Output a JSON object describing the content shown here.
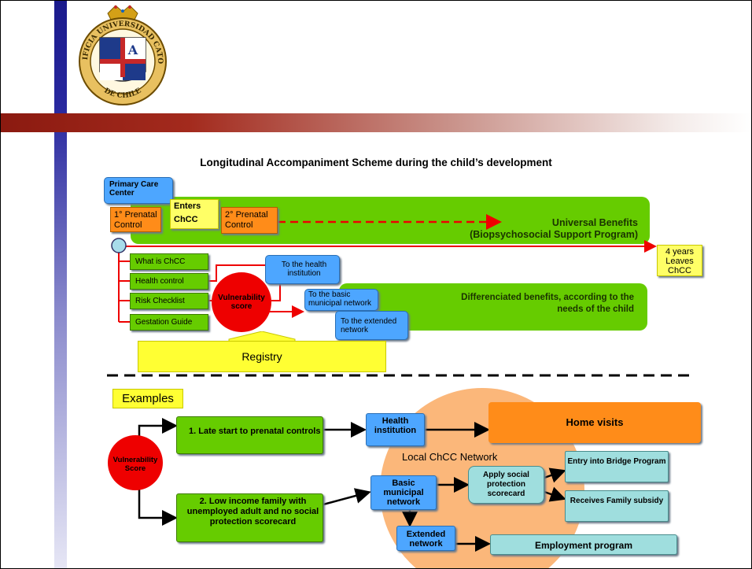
{
  "header": {
    "title": "Longitudinal Accompaniment Scheme during the child’s development",
    "seal_text": "PONTIFICIA UNIVERSIDAD CATOLICA DE CHILE"
  },
  "top_diagram": {
    "primary_care_center": "Primary Care Center",
    "prenatal_control_1": "1° Prenatal Control",
    "enters_chcc": "Enters ChCC",
    "prenatal_control_2": "2° Prenatal Control",
    "universal_benefits_line1": "Universal Benefits",
    "universal_benefits_line2": "(Biopsychosocial Support Program)",
    "leaves_chcc": "4 years Leaves ChCC",
    "steps": [
      "What is ChCC",
      "Health control",
      "Risk Checklist",
      "Gestation Guide"
    ],
    "vulnerability_score": "Vulnerability score",
    "to_health_institution": "To the health institution",
    "to_basic_network": "To the basic municipal network",
    "to_extended_network": "To the extended network",
    "differenciated_benefits_line1": "Differenciated benefits,  according to the",
    "differenciated_benefits_line2": "needs of the child",
    "registry": "Registry"
  },
  "examples": {
    "label": "Examples",
    "vulnerability_score": "Vulnerability Score",
    "example_1": "1. Late start to prenatal controls",
    "example_2": "2. Low income family with unemployed adult and no social protection scorecard",
    "health_institution": "Health institution",
    "home_visits": "Home visits",
    "network_label": "Local ChCC Network",
    "basic_municipal_network": "Basic municipal network",
    "extended_network": "Extended network",
    "apply_social_scorecard": "Apply social protection scorecard",
    "entry_bridge": "Entry into Bridge Program",
    "receives_family_subsidy": "Receives Family subsidy",
    "employment_program": "Employment program"
  },
  "colors": {
    "green": "#66cc00",
    "blue": "#4da6ff",
    "orange": "#ff8c19",
    "yellow": "#ffff33",
    "red": "#ee0000",
    "teal": "#9fdede",
    "network": "#fbb77a"
  }
}
